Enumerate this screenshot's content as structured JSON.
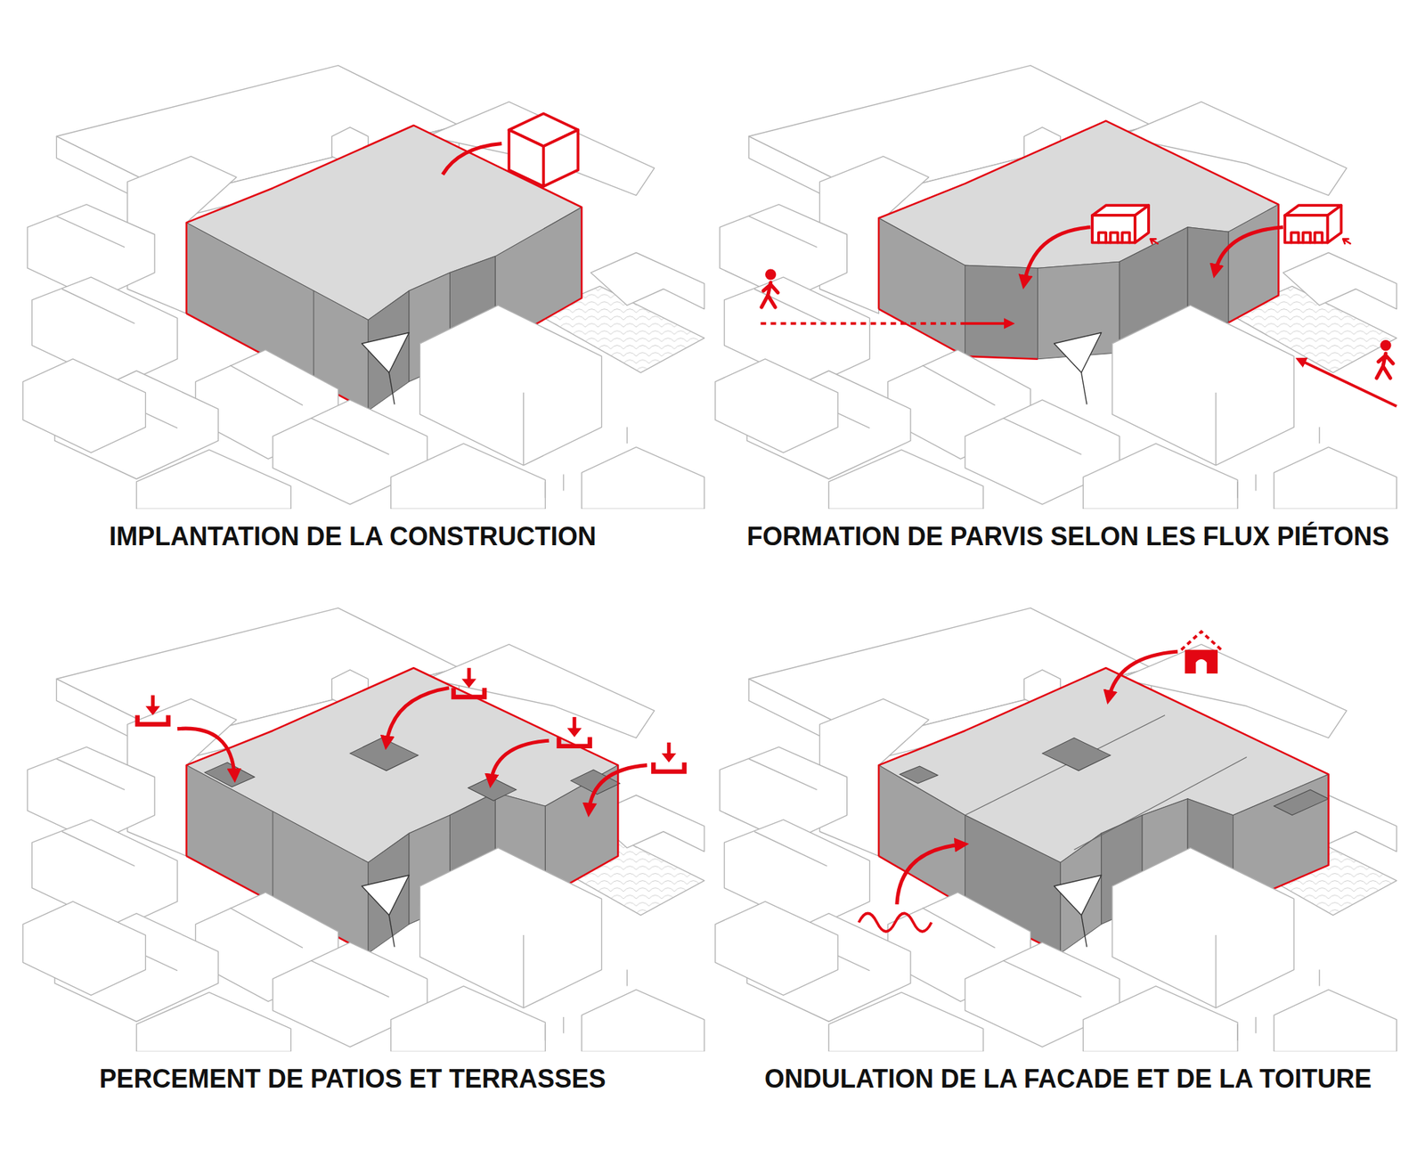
{
  "diagram": {
    "labels": [
      "IMPLANTATION DE LA CONSTRUCTION",
      "FORMATION DE PARVIS SELON LES FLUX PIÉTONS",
      "PERCEMENT DE PATIOS ET TERRASSES",
      "ONDULATION DE LA FACADE ET DE LA TOITURE"
    ]
  }
}
